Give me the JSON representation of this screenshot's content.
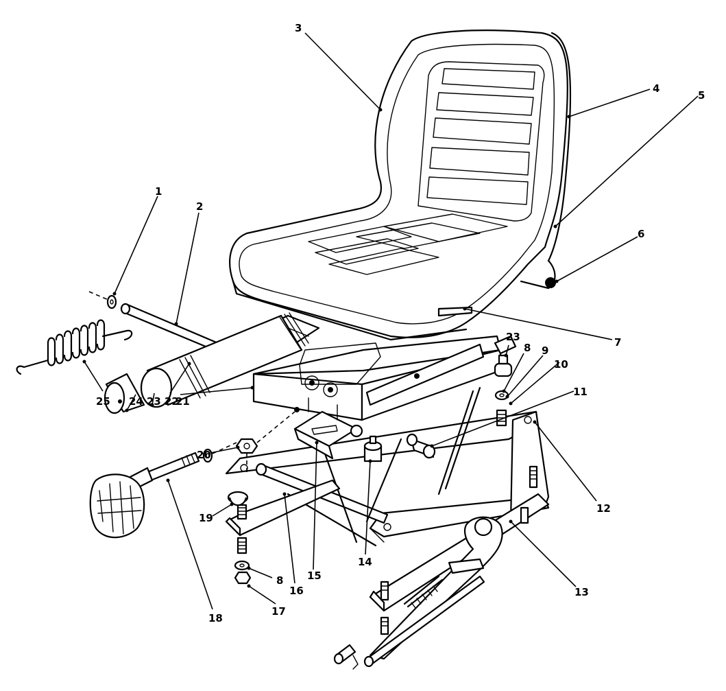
{
  "callouts": [
    {
      "id": "1",
      "label": "1"
    },
    {
      "id": "2",
      "label": "2"
    },
    {
      "id": "3",
      "label": "3"
    },
    {
      "id": "4",
      "label": "4"
    },
    {
      "id": "5",
      "label": "5"
    },
    {
      "id": "6",
      "label": "6"
    },
    {
      "id": "7",
      "label": "7"
    },
    {
      "id": "8a",
      "label": "8"
    },
    {
      "id": "8b",
      "label": "8"
    },
    {
      "id": "9",
      "label": "9"
    },
    {
      "id": "10",
      "label": "10"
    },
    {
      "id": "11",
      "label": "11"
    },
    {
      "id": "12",
      "label": "12"
    },
    {
      "id": "13",
      "label": "13"
    },
    {
      "id": "14",
      "label": "14"
    },
    {
      "id": "15",
      "label": "15"
    },
    {
      "id": "16",
      "label": "16"
    },
    {
      "id": "17",
      "label": "17"
    },
    {
      "id": "18",
      "label": "18"
    },
    {
      "id": "19",
      "label": "19"
    },
    {
      "id": "20",
      "label": "20"
    },
    {
      "id": "21",
      "label": "21"
    },
    {
      "id": "22",
      "label": "22"
    },
    {
      "id": "23a",
      "label": "23"
    },
    {
      "id": "23b",
      "label": "23"
    },
    {
      "id": "24",
      "label": "24"
    },
    {
      "id": "25",
      "label": "25"
    }
  ]
}
